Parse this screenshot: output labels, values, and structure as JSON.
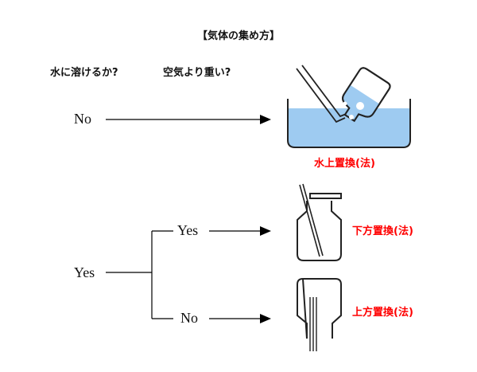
{
  "title": "【気体の集め方】",
  "questions": {
    "solubility": "水に溶けるか?",
    "weight": "空気より重い?"
  },
  "answers": {
    "soluble_no": "No",
    "soluble_yes": "Yes",
    "heavier_yes": "Yes",
    "heavier_no": "No"
  },
  "methods": {
    "water": "水上置換(法)",
    "downward": "下方置換(法)",
    "upward": "上方置換(法)"
  },
  "colors": {
    "method_label": "#ff0000",
    "water": "#9ecbf1"
  }
}
